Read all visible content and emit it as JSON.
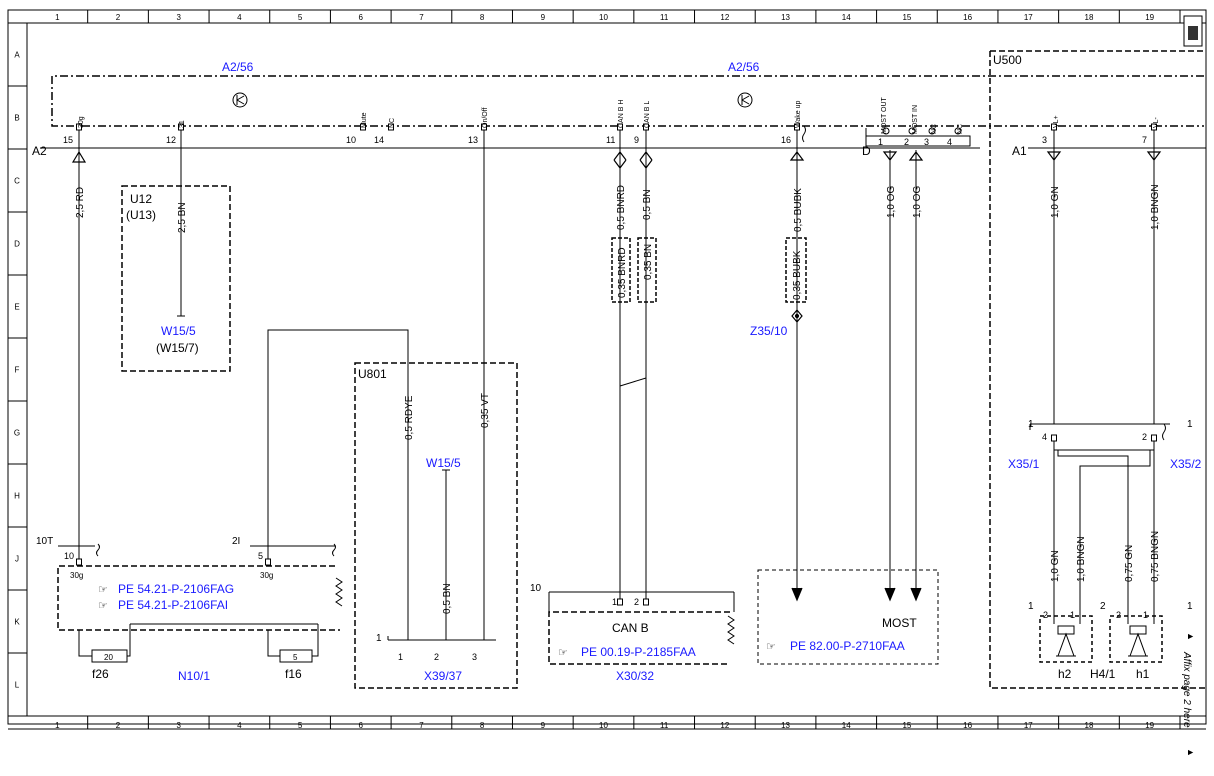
{
  "grid": {
    "columns": [
      "1",
      "2",
      "3",
      "4",
      "5",
      "6",
      "7",
      "8",
      "9",
      "10",
      "11",
      "12",
      "13",
      "14",
      "15",
      "16",
      "17",
      "18",
      "19"
    ],
    "rows": [
      "A",
      "B",
      "C",
      "D",
      "E",
      "F",
      "G",
      "H",
      "J",
      "K",
      "L"
    ]
  },
  "modules": {
    "a2_56_left": "A2/56",
    "a2_56_right": "A2/56",
    "a2": "A2",
    "u500": "U500",
    "a1": "A1",
    "d": "D",
    "u12": "U12",
    "u13": "(U13)",
    "w15_5_left": "W15/5",
    "w15_7": "(W15/7)",
    "u801": "U801",
    "w15_5_mid": "W15/5",
    "z35_10": "Z35/10",
    "x35_1": "X35/1",
    "x35_2": "X35/2",
    "n10_1": "N10/1",
    "f26": "f26",
    "f16": "f16",
    "x39_37": "X39/37",
    "x30_32": "X30/32",
    "can_b": "CAN B",
    "most": "MOST",
    "h2": "h2",
    "h4_1": "H4/1",
    "h1": "h1"
  },
  "pins_a2": {
    "p30g": "30g",
    "p31": "31",
    "mute": "Mute",
    "nc1": "NC",
    "onoff": "On/Off",
    "canbh": "CAN B H",
    "canbl": "CAN B L",
    "wakeup": "Wake up",
    "n15": "15",
    "n12": "12",
    "n10": "10",
    "n14": "14",
    "n13": "13",
    "n11": "11",
    "n9": "9",
    "n16": "16"
  },
  "pins_d": {
    "mostout": "MOST OUT",
    "mostin": "MOST IN",
    "nc2": "NC",
    "nc3": "NC",
    "n1": "1",
    "n2": "2",
    "n3": "3",
    "n4": "4"
  },
  "pins_a1": {
    "vlplus": "VL+",
    "vlminus": "VL-",
    "n3": "3",
    "n7": "7"
  },
  "wires": {
    "w25rd": "2,5 RD",
    "w25bn": "2,5 BN",
    "w05bnrd": "0,5 BNRD",
    "w05bn_can": "0,5 BN",
    "w035bnrd": "0,35 BNRD",
    "w035bn": "0,35 BN",
    "w05bubk": "0,5 BUBK",
    "w035bubk": "0,35 BUBK",
    "w10og_a": "1,0 OG",
    "w10og_b": "1,0 OG",
    "w10gn_top": "1,0 GN",
    "w10bngn_top": "1,0 BNGN",
    "w05rdye": "0,5 RDYE",
    "w035vt": "0,35 VT",
    "w05bn_x39": "0,5 BN",
    "w10gn_bot": "1,0 GN",
    "w10bngn_bot": "1,0 BNGN",
    "w075gn": "0,75 GN",
    "w075bngn": "0,75 BNGN"
  },
  "n10": {
    "lbl10t": "10T",
    "lbl2i": "2I",
    "pin10": "10",
    "pin5": "5",
    "s30g_a": "30g",
    "s30g_b": "30g",
    "fuse20": "20",
    "fuse5": "5"
  },
  "x39": {
    "num1": "1",
    "pin1": "1",
    "pin2": "2",
    "pin3": "3"
  },
  "x30": {
    "num10": "10",
    "pin1": "1",
    "pin2": "2"
  },
  "x35": {
    "num1a": "1",
    "pin4": "4",
    "num1b": "1",
    "pin2": "2",
    "num1c": "1"
  },
  "h4": {
    "num1": "1",
    "num2": "2",
    "num1b": "1",
    "s2a": "2",
    "s1a": "1",
    "s2b": "2",
    "s1b": "1"
  },
  "refs": {
    "pe1": "PE 54.21-P-2106FAG",
    "pe2": "PE 54.21-P-2106FAI",
    "pe3": "PE 00.19-P-2185FAA",
    "pe4": "PE 82.00-P-2710FAA"
  },
  "affix": "Affix page 2 here",
  "colors": {
    "link_blue": "#1a1aff",
    "line": "#000000"
  }
}
